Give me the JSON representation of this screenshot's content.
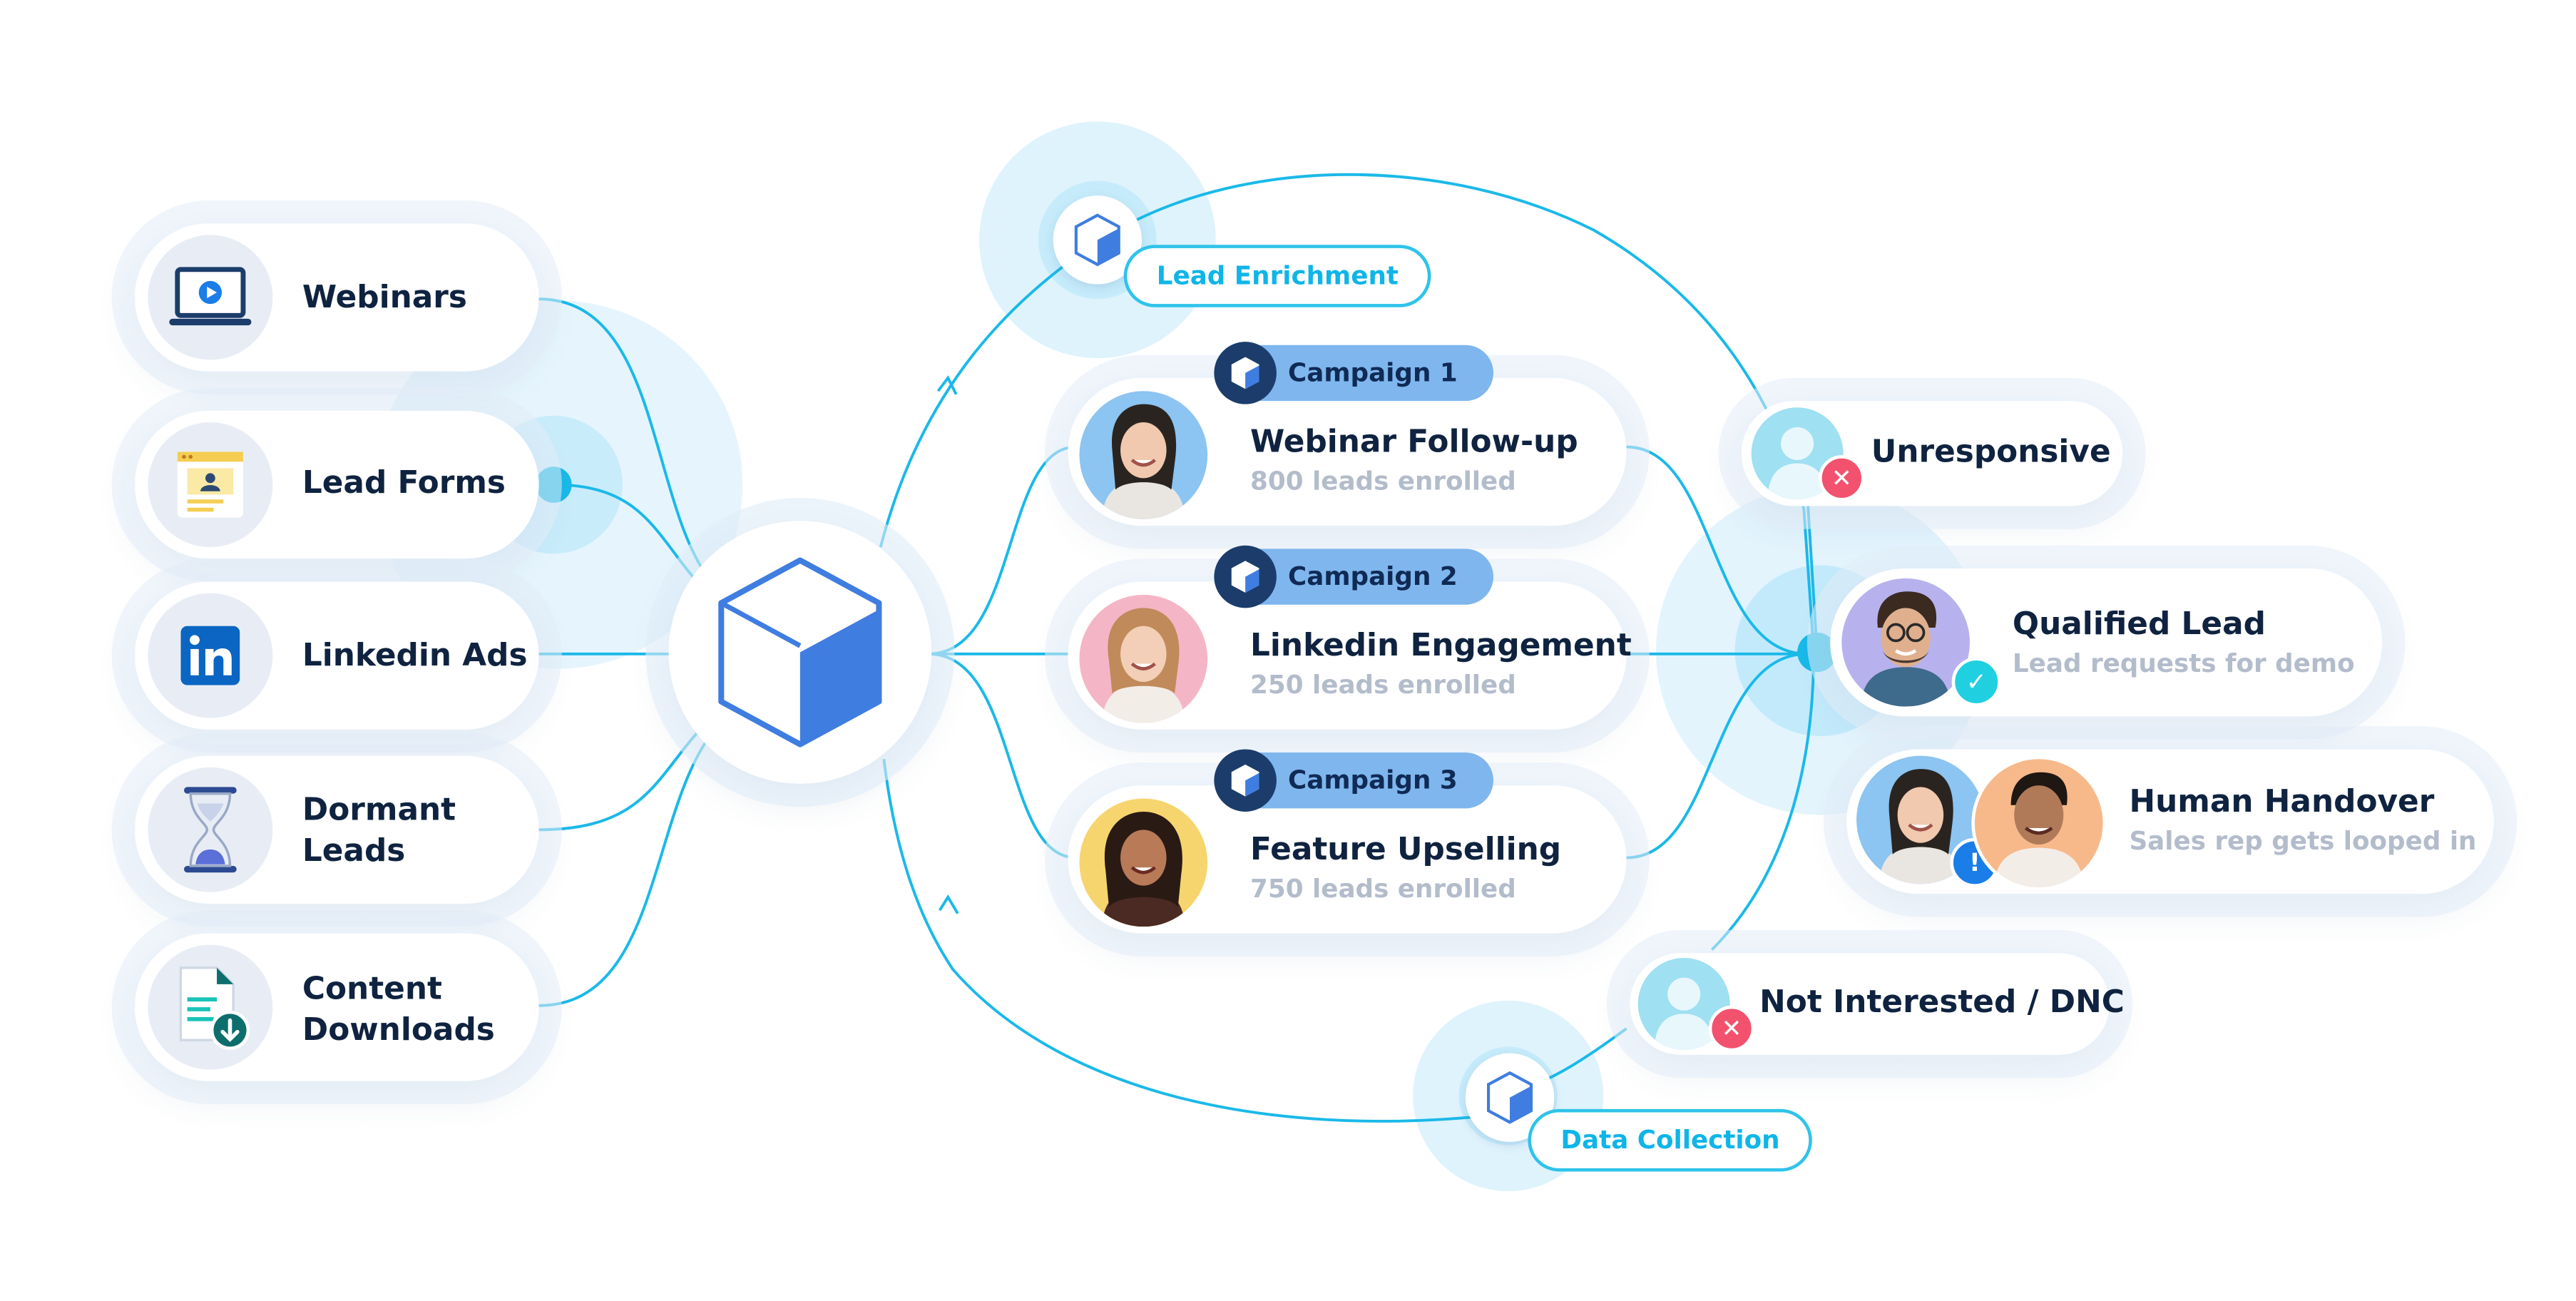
{
  "colors": {
    "line": "#1ab9e8",
    "navy": "#0f2340",
    "muted": "#b3bccb",
    "cube_light": "#ffffff",
    "cube_dark": "#3f7de0",
    "tag_blue": "#7fb6ee",
    "halo": "#dff3fc",
    "red": "#f2526e",
    "cyan": "#20d0e0",
    "alert_blue": "#1a7de8"
  },
  "sources": [
    {
      "label": "Webinars",
      "icon": "laptop-video-icon"
    },
    {
      "label": "Lead Forms",
      "icon": "form-window-icon"
    },
    {
      "label": "Linkedin Ads",
      "icon": "linkedin-icon"
    },
    {
      "label": "Dormant Leads",
      "icon": "hourglass-icon"
    },
    {
      "label": "Content Downloads",
      "icon": "document-download-icon"
    }
  ],
  "hub": {
    "icon": "cube-icon"
  },
  "loop_steps": [
    {
      "label": "Lead Enrichment",
      "icon": "cube-icon"
    },
    {
      "label": "Data Collection",
      "icon": "cube-icon"
    }
  ],
  "campaigns": [
    {
      "tag": "Campaign 1",
      "title": "Webinar Follow-up",
      "sub": "800 leads enrolled"
    },
    {
      "tag": "Campaign 2",
      "title": "Linkedin Engagement",
      "sub": "250 leads enrolled"
    },
    {
      "tag": "Campaign 3",
      "title": "Feature Upselling",
      "sub": "750 leads enrolled"
    }
  ],
  "outcomes": [
    {
      "title": "Unresponsive",
      "badge": "x"
    },
    {
      "title": "Qualified Lead",
      "sub": "Lead requests for demo",
      "badge": "check"
    },
    {
      "title": "Human Handover",
      "sub": "Sales rep gets looped in",
      "badge": "!"
    },
    {
      "title": "Not Interested / DNC",
      "badge": "x"
    }
  ]
}
